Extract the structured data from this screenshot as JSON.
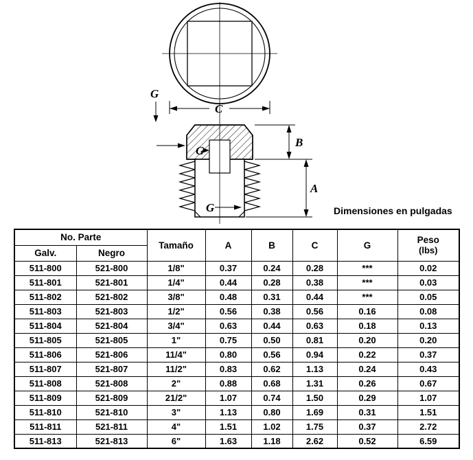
{
  "caption": "Dimensiones en pulgadas",
  "diagram": {
    "dim_a": "A",
    "dim_b": "B",
    "dim_c": "C",
    "dim_g": "G"
  },
  "table": {
    "headers": {
      "no_parte": "No. Parte",
      "galv": "Galv.",
      "negro": "Negro",
      "tamano": "Tamaño",
      "col_a": "A",
      "col_b": "B",
      "col_c": "C",
      "col_g": "G",
      "peso_line1": "Peso",
      "peso_line2": "(lbs)"
    },
    "rows": [
      [
        "511-800",
        "521-800",
        "1/8\"",
        "0.37",
        "0.24",
        "0.28",
        "***",
        "0.02"
      ],
      [
        "511-801",
        "521-801",
        "1/4\"",
        "0.44",
        "0.28",
        "0.38",
        "***",
        "0.03"
      ],
      [
        "511-802",
        "521-802",
        "3/8\"",
        "0.48",
        "0.31",
        "0.44",
        "***",
        "0.05"
      ],
      [
        "511-803",
        "521-803",
        "1/2\"",
        "0.56",
        "0.38",
        "0.56",
        "0.16",
        "0.08"
      ],
      [
        "511-804",
        "521-804",
        "3/4\"",
        "0.63",
        "0.44",
        "0.63",
        "0.18",
        "0.13"
      ],
      [
        "511-805",
        "521-805",
        "1\"",
        "0.75",
        "0.50",
        "0.81",
        "0.20",
        "0.20"
      ],
      [
        "511-806",
        "521-806",
        "11/4\"",
        "0.80",
        "0.56",
        "0.94",
        "0.22",
        "0.37"
      ],
      [
        "511-807",
        "521-807",
        "11/2\"",
        "0.83",
        "0.62",
        "1.13",
        "0.24",
        "0.43"
      ],
      [
        "511-808",
        "521-808",
        "2\"",
        "0.88",
        "0.68",
        "1.31",
        "0.26",
        "0.67"
      ],
      [
        "511-809",
        "521-809",
        "21/2\"",
        "1.07",
        "0.74",
        "1.50",
        "0.29",
        "1.07"
      ],
      [
        "511-810",
        "521-810",
        "3\"",
        "1.13",
        "0.80",
        "1.69",
        "0.31",
        "1.51"
      ],
      [
        "511-811",
        "521-811",
        "4\"",
        "1.51",
        "1.02",
        "1.75",
        "0.37",
        "2.72"
      ],
      [
        "511-813",
        "521-813",
        "6\"",
        "1.63",
        "1.18",
        "2.62",
        "0.52",
        "6.59"
      ]
    ]
  }
}
